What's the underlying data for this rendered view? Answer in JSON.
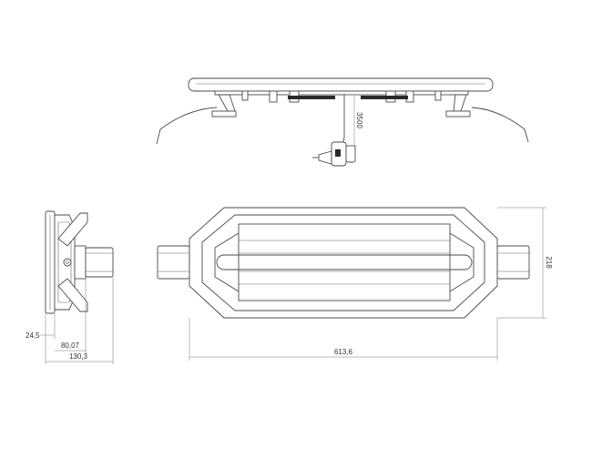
{
  "drawing": {
    "cable_length_label": "3500",
    "dimensions": {
      "overall_length": "613,6",
      "overall_width": "218",
      "side_depth_total": "130,3",
      "side_depth_mount": "80,07",
      "side_base_height": "24,5"
    },
    "colors": {
      "line": "#4a4a4a",
      "dimension": "#777777",
      "background": "#ffffff"
    }
  }
}
